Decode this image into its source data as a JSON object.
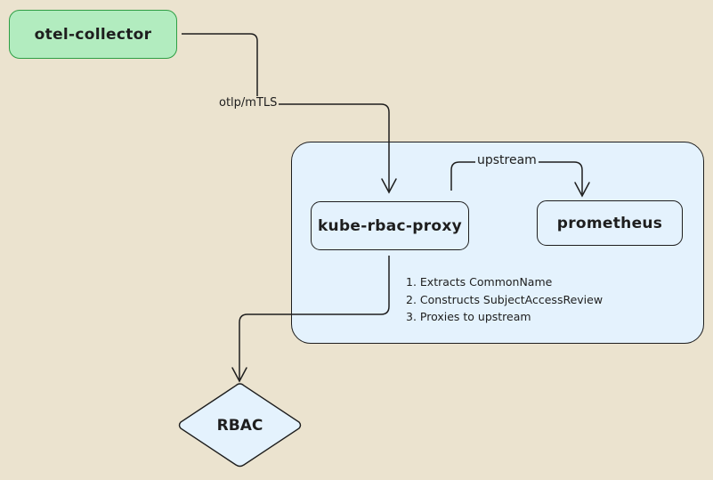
{
  "nodes": {
    "otel_collector": "otel-collector",
    "kube_rbac_proxy": "kube-rbac-proxy",
    "prometheus": "prometheus",
    "rbac": "RBAC"
  },
  "edges": {
    "otlp_mtls": "otlp/mTLS",
    "upstream": "upstream"
  },
  "notes": [
    "1. Extracts CommonName",
    "2. Constructs SubjectAccessReview",
    "3. Proxies to upstream"
  ],
  "colors": {
    "background": "#ebe3cf",
    "otel_fill": "#b2ecbf",
    "otel_stroke": "#2f9e44",
    "group_fill": "#e4f2fd",
    "stroke": "#1e1e1e"
  }
}
